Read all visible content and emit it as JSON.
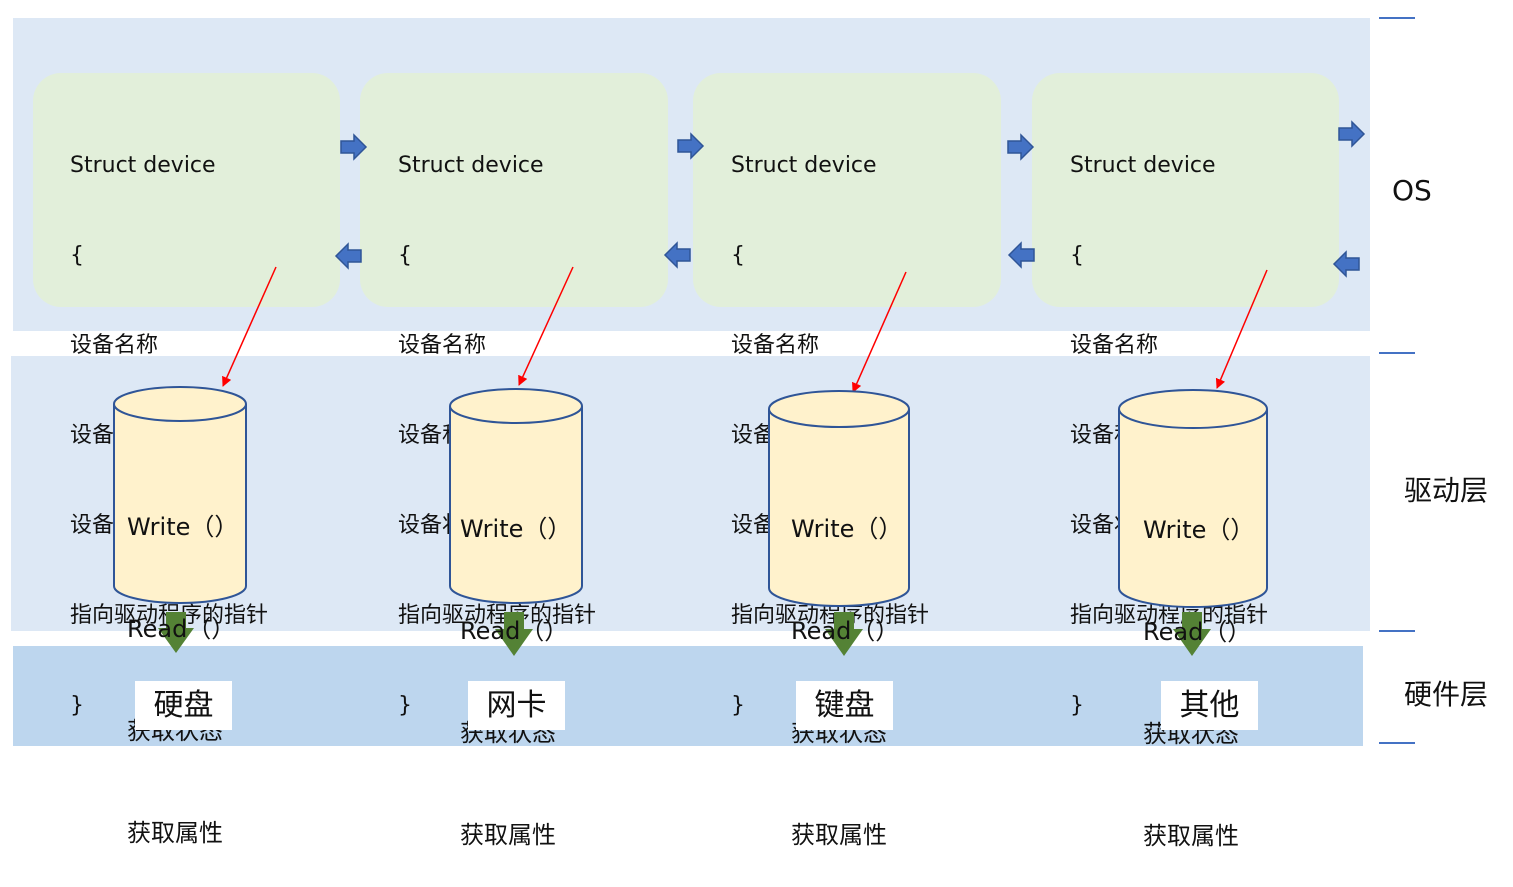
{
  "layers": {
    "os": "OS",
    "driver": "驱动层",
    "hardware": "硬件层"
  },
  "device_struct": {
    "header": "Struct device",
    "open_brace": "{",
    "fields": [
      "设备名称",
      "设备私有数据",
      "设备状态",
      "指向驱动程序的指针"
    ],
    "close_brace": "}"
  },
  "driver_ops": [
    "Write（）",
    "Read（）",
    "获取状态",
    "获取属性"
  ],
  "hardware": [
    "硬盘",
    "网卡",
    "键盘",
    "其他"
  ],
  "colors": {
    "band": "#dde8f5",
    "hardware_band": "#bdd6ee",
    "device_box": "#e2efda",
    "cylinder_fill": "#fff2cc",
    "cylinder_stroke": "#2f5597",
    "chain_arrow": "#4472c4",
    "pointer_arrow": "#ff0000",
    "down_arrow": "#548235"
  }
}
